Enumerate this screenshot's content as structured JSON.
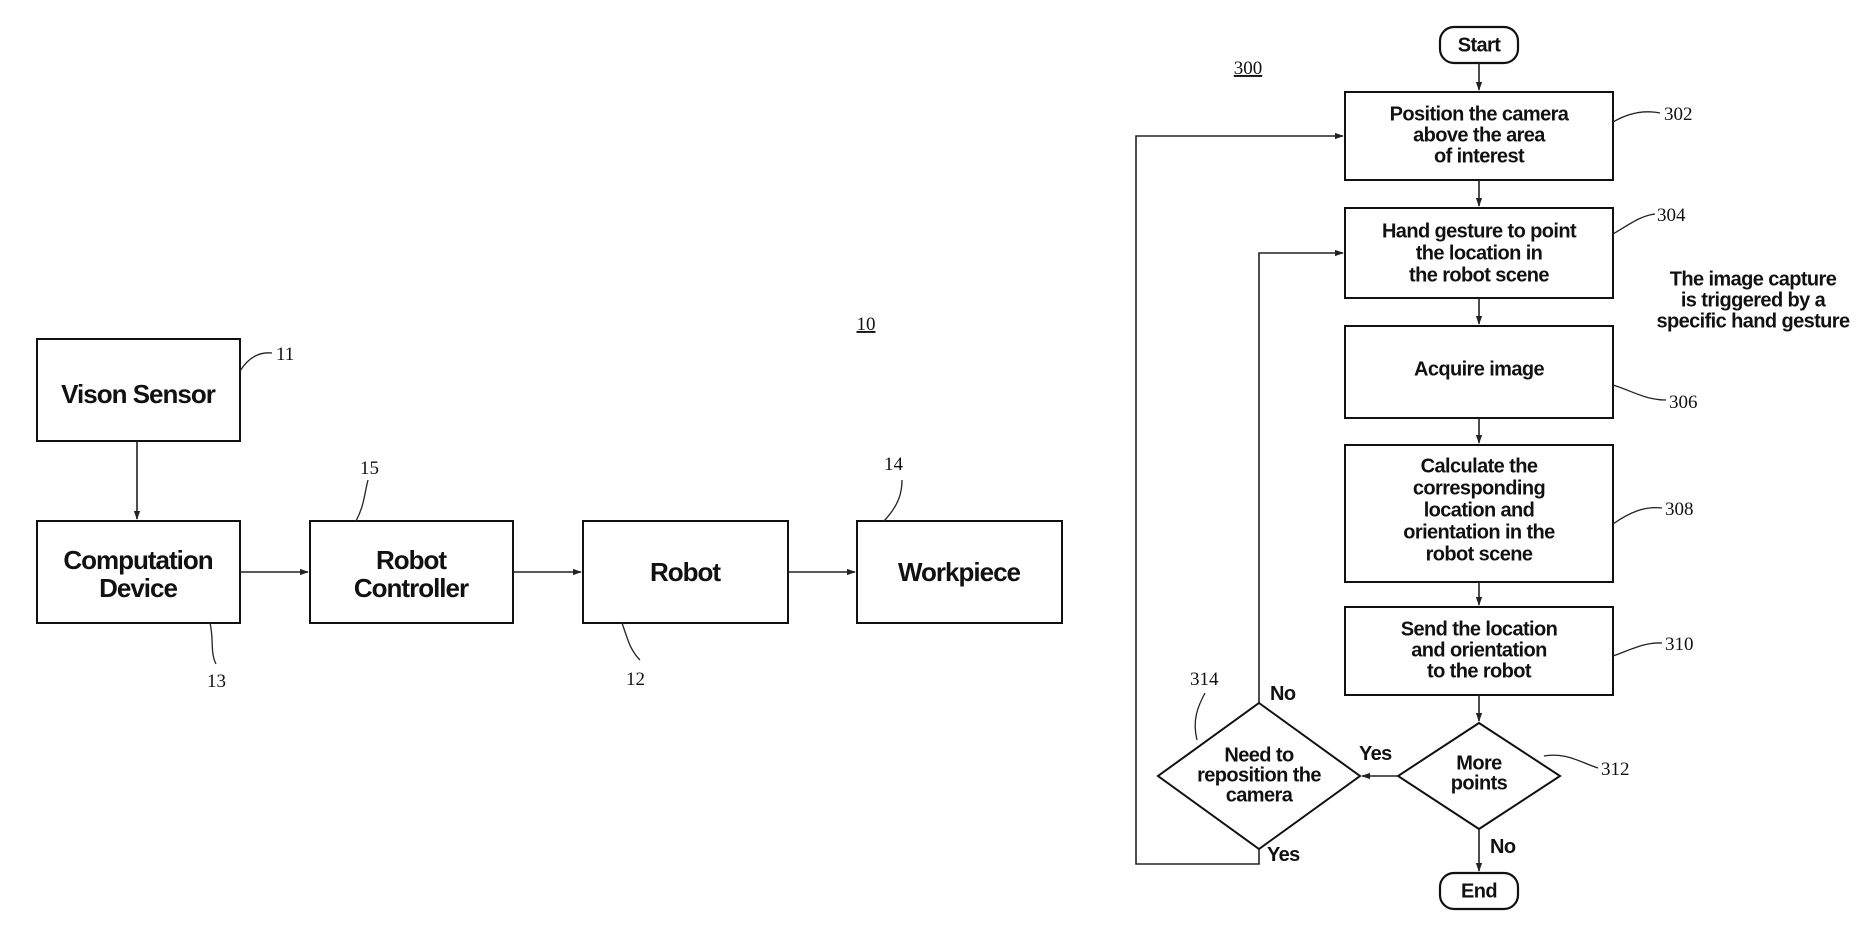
{
  "system_diagram": {
    "figure_ref": "10",
    "blocks": {
      "vision_sensor": {
        "label": [
          "Vison Sensor"
        ],
        "ref": "11"
      },
      "computation_device": {
        "label": [
          "Computation",
          "Device"
        ],
        "ref": "13"
      },
      "robot_controller": {
        "label": [
          "Robot",
          "Controller"
        ],
        "ref": "15"
      },
      "robot": {
        "label": [
          "Robot"
        ],
        "ref": "12"
      },
      "workpiece": {
        "label": [
          "Workpiece"
        ],
        "ref": "14"
      }
    }
  },
  "flowchart": {
    "figure_ref": "300",
    "start": "Start",
    "end": "End",
    "steps": {
      "s302": {
        "label": [
          "Position the camera",
          "above the area",
          "of interest"
        ],
        "ref": "302"
      },
      "s304": {
        "label": [
          "Hand gesture to point",
          "the location in",
          "the robot scene"
        ],
        "ref": "304"
      },
      "s306": {
        "label": [
          "Acquire image"
        ],
        "ref": "306"
      },
      "s308": {
        "label": [
          "Calculate the",
          "corresponding",
          "location and",
          "orientation in the",
          "robot scene"
        ],
        "ref": "308"
      },
      "s310": {
        "label": [
          "Send the location",
          "and orientation",
          "to the robot"
        ],
        "ref": "310"
      }
    },
    "decisions": {
      "d312": {
        "label": [
          "More",
          "points"
        ],
        "ref": "312",
        "yes": "Yes",
        "no": "No"
      },
      "d314": {
        "label": [
          "Need to",
          "reposition the",
          "camera"
        ],
        "ref": "314",
        "yes": "Yes",
        "no": "No"
      }
    },
    "note": [
      "The image capture",
      "is triggered by a",
      "specific hand gesture"
    ]
  }
}
